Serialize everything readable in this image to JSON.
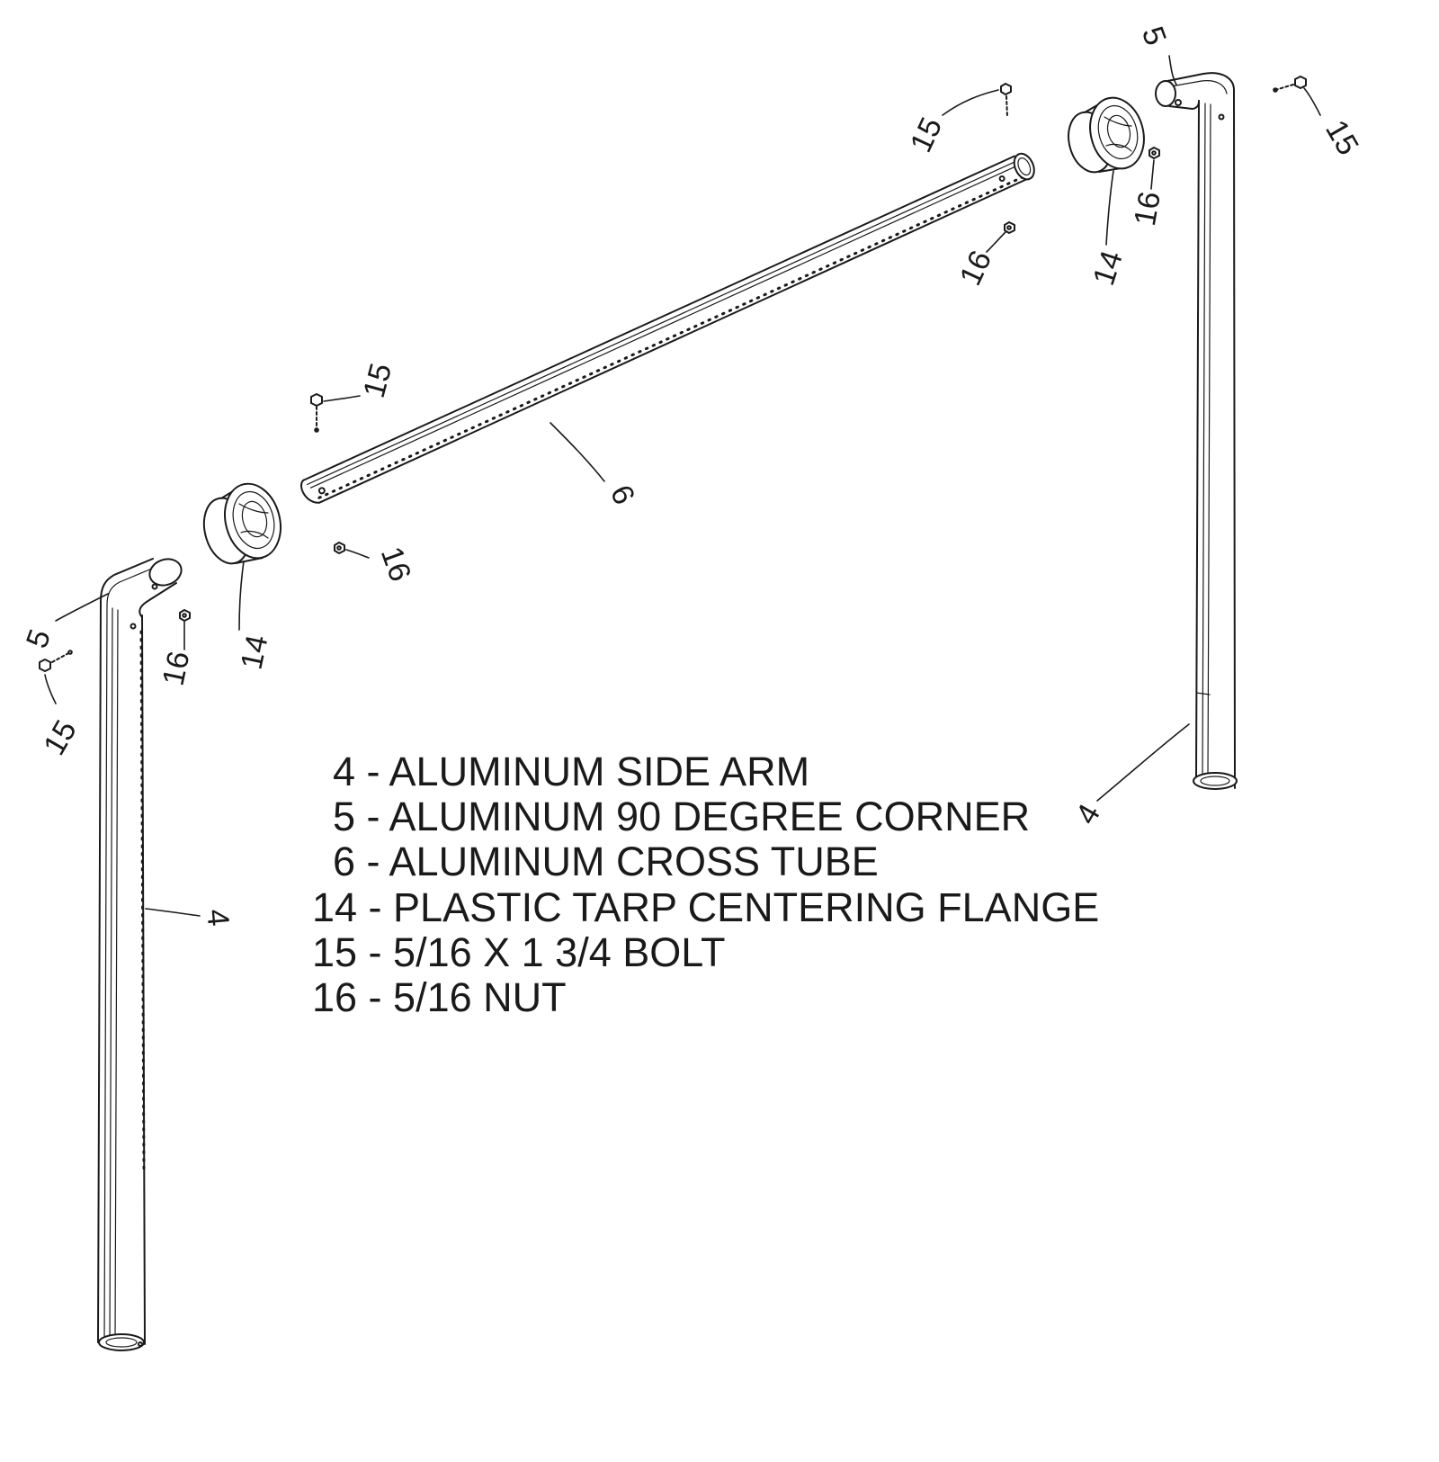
{
  "callouts": [
    "5",
    "15",
    "15",
    "16",
    "14",
    "16",
    "15",
    "6",
    "14",
    "16",
    "16",
    "5",
    "15",
    "4",
    "4"
  ],
  "legend": [
    "4 - ALUMINUM SIDE ARM",
    "5 - ALUMINUM 90 DEGREE CORNER",
    "6 - ALUMINUM CROSS TUBE",
    "14 - PLASTIC TARP CENTERING FLANGE",
    "15 - 5/16 X 1 3/4 BOLT",
    "16 - 5/16 NUT"
  ],
  "colors": {
    "line": "#1a1a1a",
    "background": "#ffffff"
  }
}
